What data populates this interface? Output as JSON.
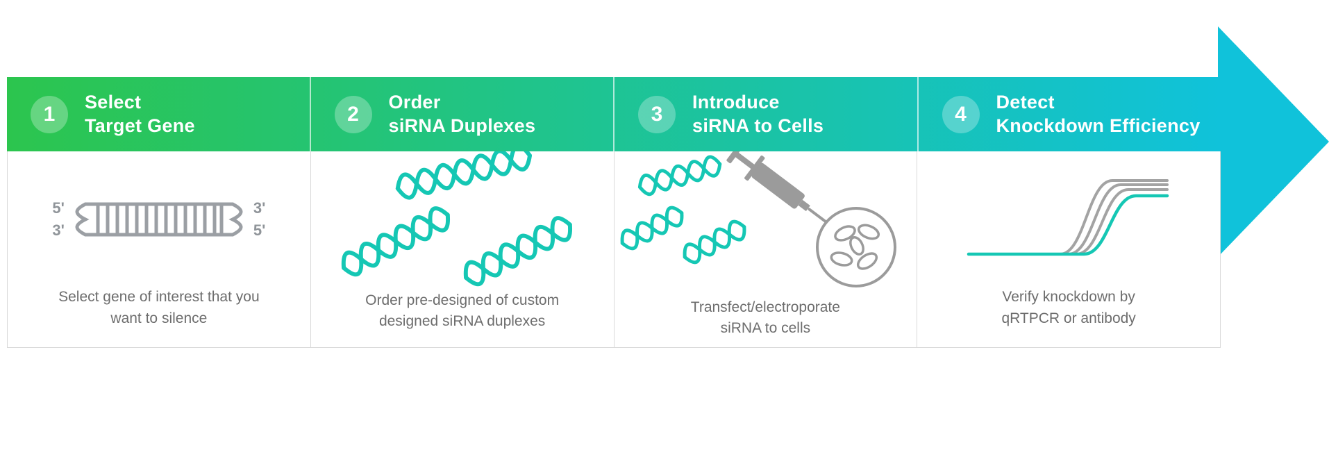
{
  "steps": [
    {
      "number": "1",
      "title_line1": "Select",
      "title_line2": "Target Gene",
      "description_line1": "Select gene of interest that you",
      "description_line2": "want to silence",
      "icon": "dna-duplex-icon"
    },
    {
      "number": "2",
      "title_line1": "Order",
      "title_line2": "siRNA Duplexes",
      "description_line1": "Order pre-designed of custom",
      "description_line2": "designed siRNA duplexes",
      "icon": "sirna-helices-icon"
    },
    {
      "number": "3",
      "title_line1": "Introduce",
      "title_line2": "siRNA to Cells",
      "description_line1": "Transfect/electroporate",
      "description_line2": "siRNA to cells",
      "icon": "transfection-icon"
    },
    {
      "number": "4",
      "title_line1": "Detect",
      "title_line2": "Knockdown Efficiency",
      "description_line1": "Verify knockdown by",
      "description_line2": "qRTPCR or antibody",
      "icon": "knockdown-curves-icon"
    }
  ],
  "dna_labels": {
    "top_left": "5'",
    "bottom_left": "3'",
    "top_right": "3'",
    "bottom_right": "5'"
  },
  "colors": {
    "gradient_start": "#2cc54e",
    "gradient_end": "#10c2da",
    "arrow": "#10c2da",
    "teal_icon": "#15c7b4",
    "gray_icon": "#9b9b9b",
    "description_text": "#6d6d6d",
    "border": "#d9d9d9"
  }
}
